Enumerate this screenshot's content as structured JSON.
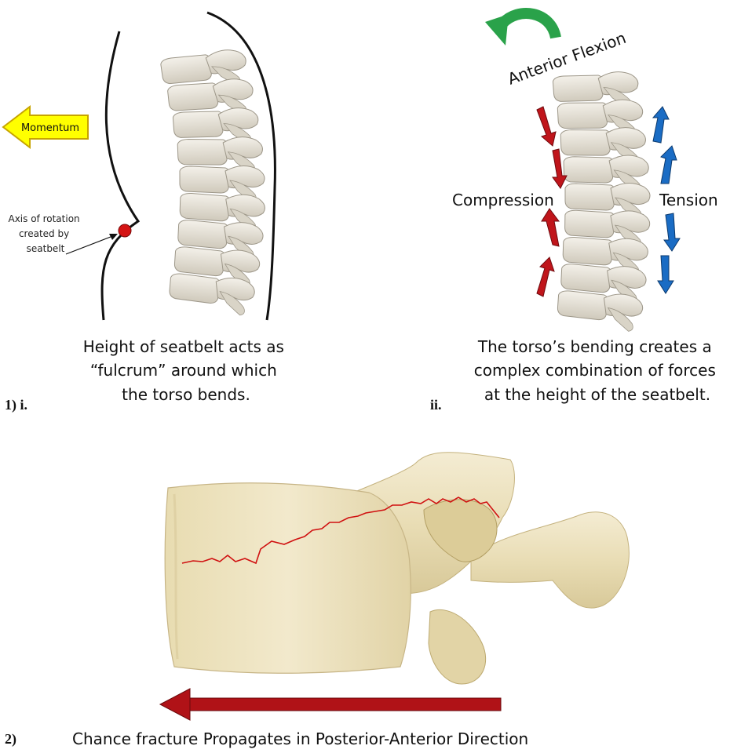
{
  "panel1": {
    "marker": "1) i.",
    "momentum_label": "Momentum",
    "axis_note": [
      "Axis of rotation",
      "created by",
      "seatbelt"
    ],
    "caption": [
      "Height of seatbelt acts as",
      "“fulcrum” around which",
      "the torso bends."
    ]
  },
  "panel2": {
    "marker": "ii.",
    "flexion_label": "Anterior Flexion",
    "compression_label": "Compression",
    "tension_label": "Tension",
    "caption": [
      "The torso’s bending creates a",
      "complex combination of forces",
      "at the height of the seatbelt."
    ]
  },
  "panel3": {
    "marker": "2)",
    "caption": "Chance fracture Propagates in Posterior-Anterior Direction"
  },
  "colors": {
    "momentum_fill": "#ffff00",
    "axis_dot": "#d41414",
    "compression_arrow": "#c0151b",
    "tension_arrow": "#1a6cc4",
    "flexion_arrow": "#2aa24a",
    "fracture_line": "#d01010",
    "direction_arrow": "#b01217",
    "bone": "#ebdfb8"
  },
  "icons": {
    "momentum": "left-arrow-icon",
    "flexion": "curved-arrow-icon"
  }
}
